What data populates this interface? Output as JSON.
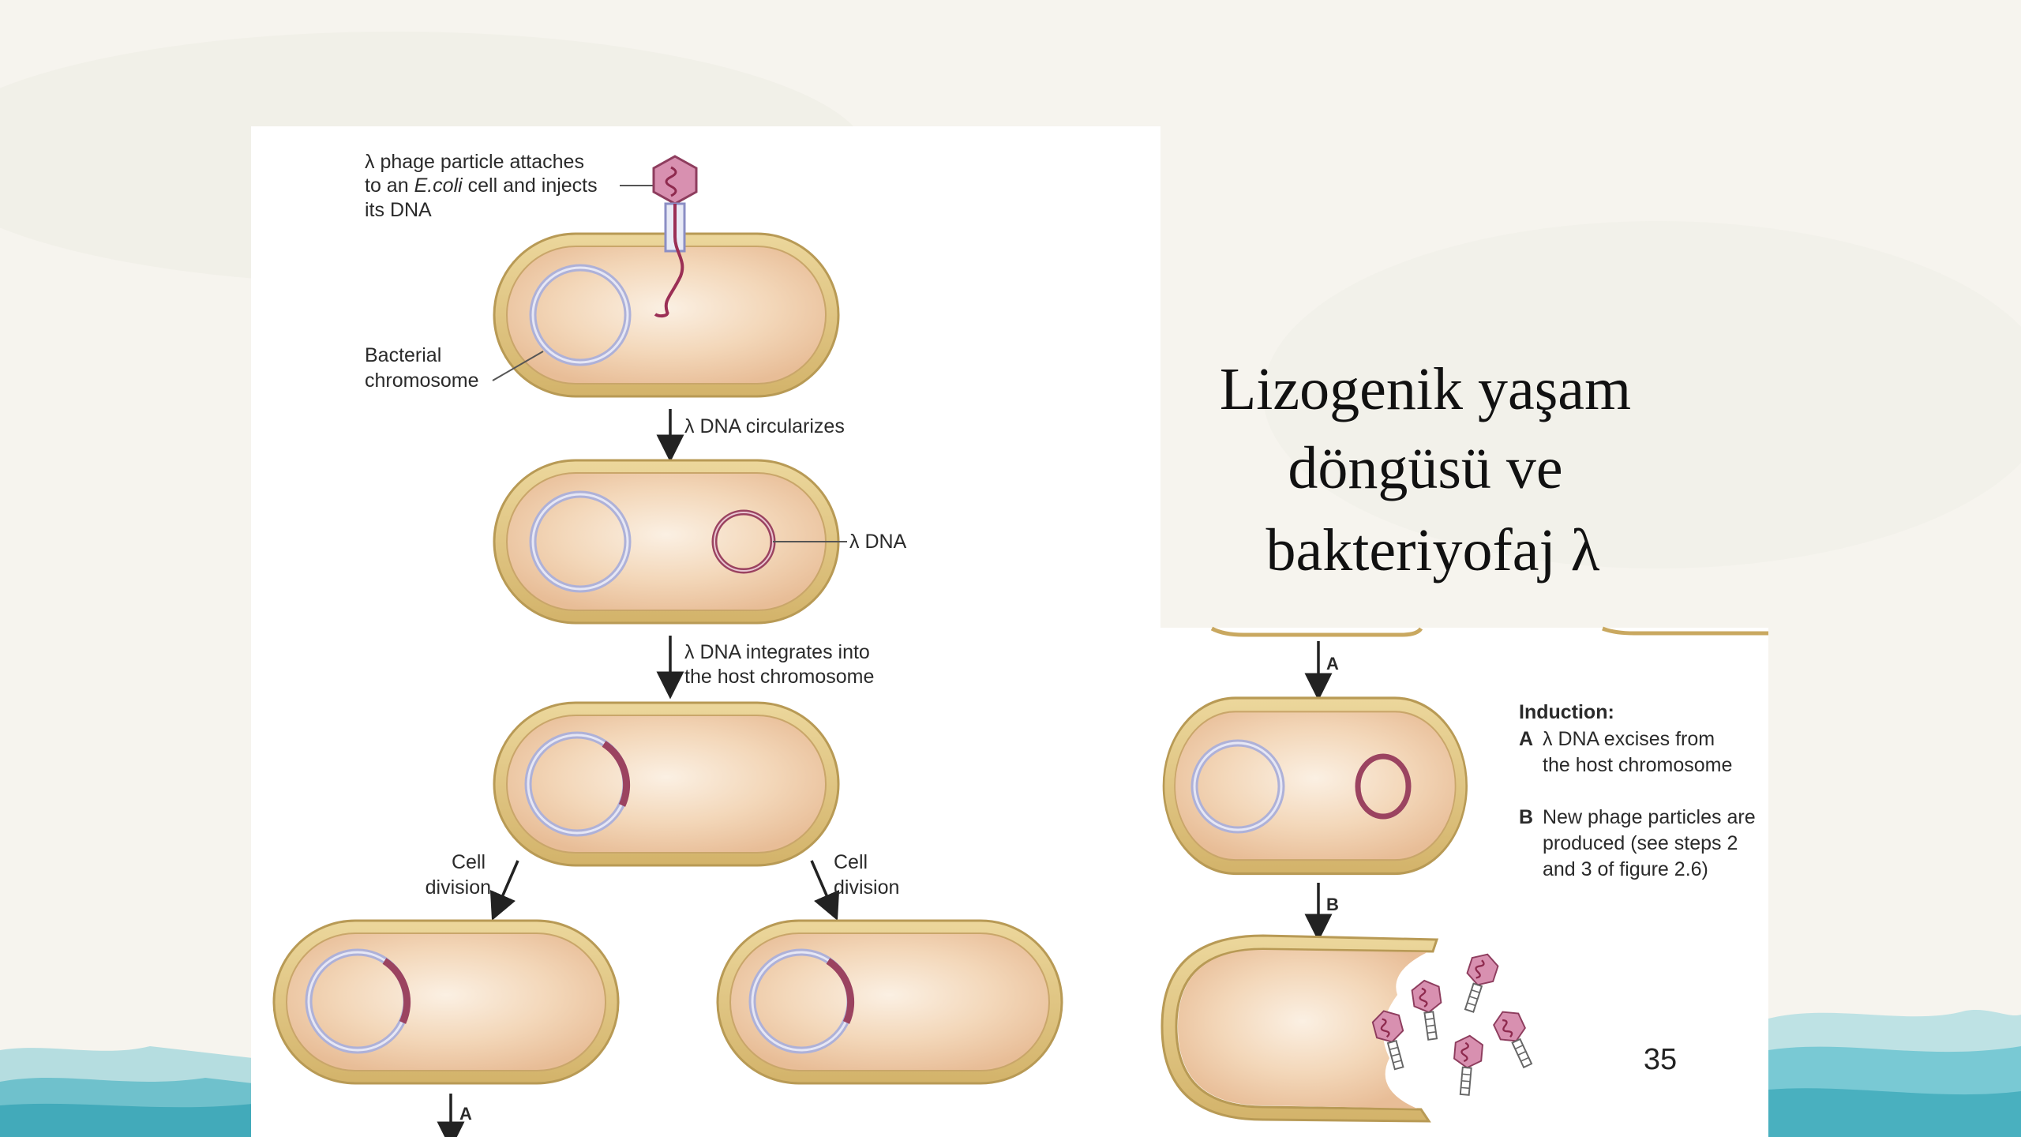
{
  "title": {
    "line1": "Lizogenik  yaşam",
    "line2": "döngüsü ve",
    "line3": "bakteriyofaj λ"
  },
  "page_number": "35",
  "diagram": {
    "attach_label": [
      "λ phage particle attaches",
      "to an ",
      "E.coli",
      " cell and injects",
      "its DNA"
    ],
    "chromosome_label": [
      "Bacterial",
      "chromosome"
    ],
    "step1": "λ DNA circularizes",
    "lambda_dna_label": "λ DNA",
    "step2": [
      "λ DNA integrates into",
      "the host chromosome"
    ],
    "cell_division": [
      "Cell",
      "division"
    ],
    "arrow_a": "A",
    "arrow_b": "B",
    "induction": {
      "heading": "Induction:",
      "a_letter": "A",
      "a_text": [
        "λ DNA excises from",
        "the host chromosome"
      ],
      "b_letter": "B",
      "b_text": [
        "New phage particles are",
        "produced (see steps 2",
        "and 3 of figure 2.6)"
      ]
    }
  },
  "colors": {
    "cell_outline": "#c9ad6a",
    "cell_fill": "#f3d2ad",
    "chromosome": "#b7b9dc",
    "lambda": "#9b4360",
    "phage": "#c77a9c",
    "teal": "#5bb9c7"
  }
}
